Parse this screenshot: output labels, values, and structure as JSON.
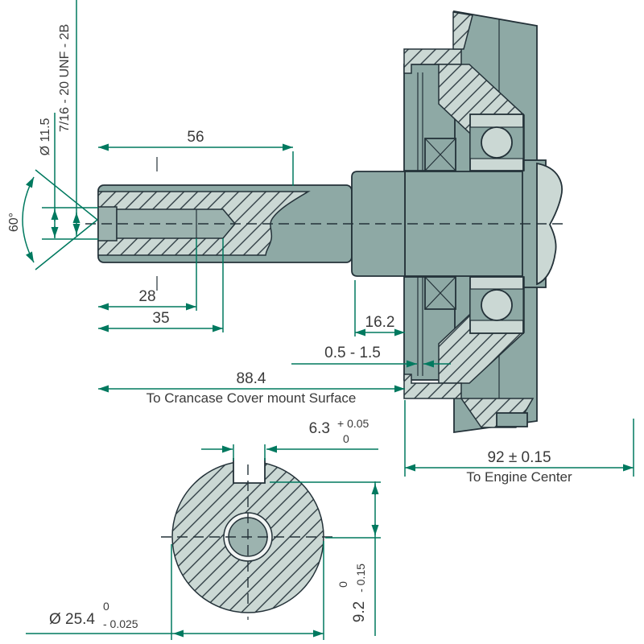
{
  "colors": {
    "outline": "#243239",
    "part-dark": "#8ea9a5",
    "part-light": "#cbd8d4",
    "part-mid": "#9cb3af",
    "dim-green": "#00795f",
    "text": "#3a3a3a",
    "bg": "#ffffff"
  },
  "side_view": {
    "thread_callout": "7/16 - 20 UNF - 2B",
    "pilot_diameter": "Ø 11.5",
    "chamfer_angle": "60°",
    "thread_section_length": "56",
    "full_thread_depth": "28",
    "hole_depth": "35",
    "journal_length": "16.2",
    "end_gap": "0.5 - 1.5",
    "shaft_length": "88.4",
    "shaft_length_note": "To Crancase Cover mount Surface",
    "engine_center_distance": "92 ± 0.15",
    "engine_center_note": "To Engine Center"
  },
  "end_view": {
    "keyway_width": "6.3",
    "keyway_width_tol_upper": "+ 0.05",
    "keyway_width_tol_lower": "0",
    "keyway_depth": "9.2",
    "keyway_depth_tol_upper": "0",
    "keyway_depth_tol_lower": "- 0.15",
    "shaft_diameter": "Ø 25.4",
    "shaft_diameter_tol_upper": "0",
    "shaft_diameter_tol_lower": "- 0.025"
  }
}
